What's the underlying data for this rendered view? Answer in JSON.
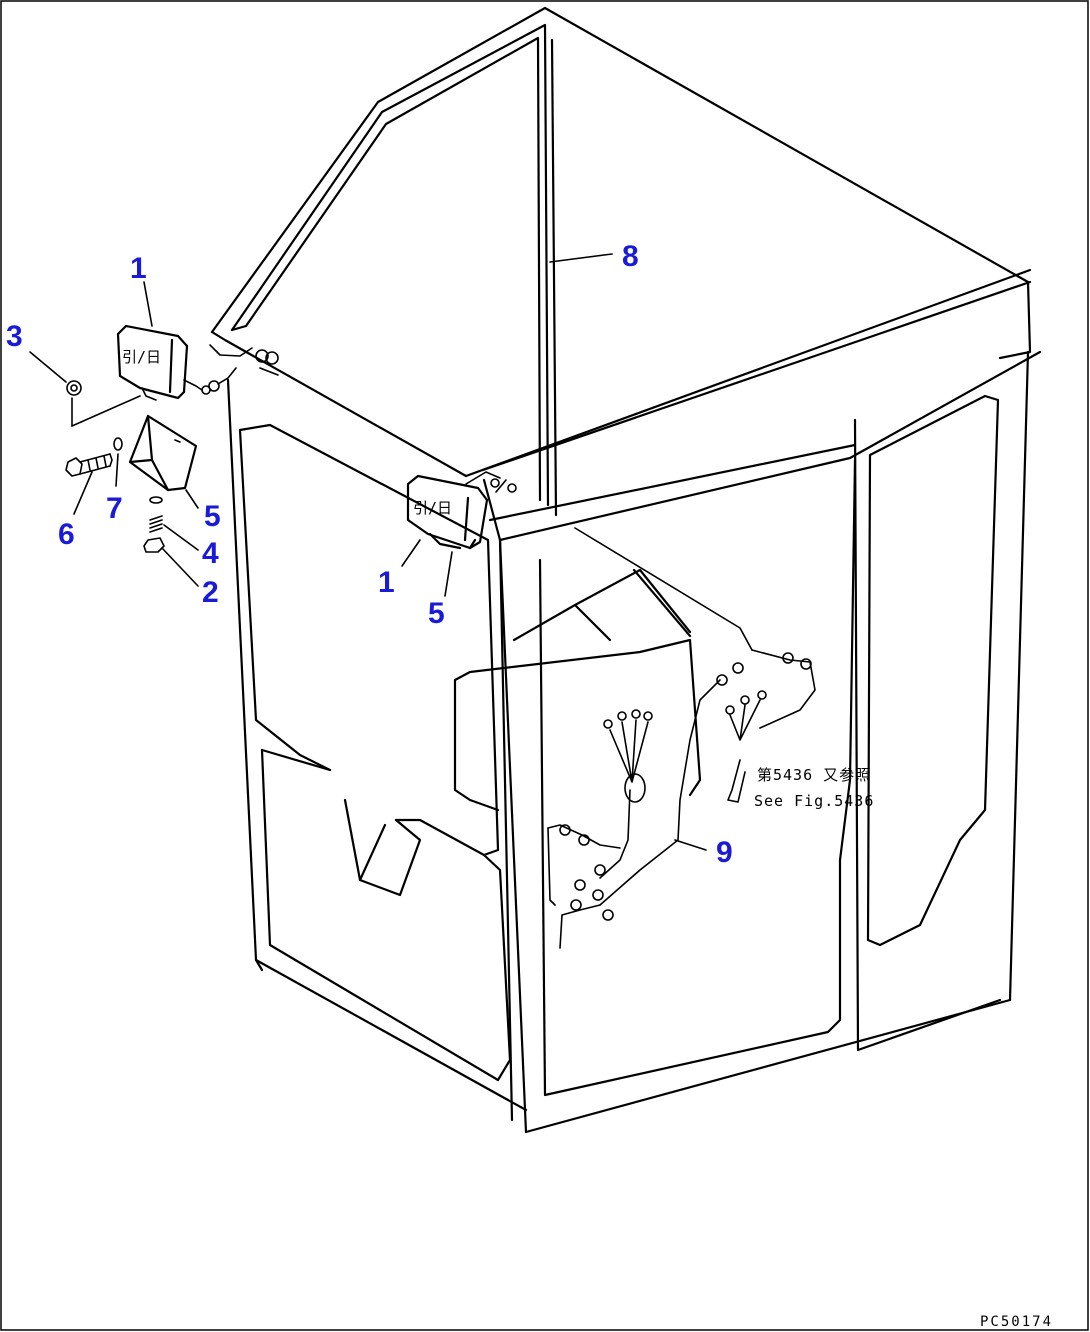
{
  "callouts": [
    {
      "id": "c1a",
      "label": "1"
    },
    {
      "id": "c1b",
      "label": "1"
    },
    {
      "id": "c2",
      "label": "2"
    },
    {
      "id": "c3",
      "label": "3"
    },
    {
      "id": "c4",
      "label": "4"
    },
    {
      "id": "c5a",
      "label": "5"
    },
    {
      "id": "c5b",
      "label": "5"
    },
    {
      "id": "c6",
      "label": "6"
    },
    {
      "id": "c7",
      "label": "7"
    },
    {
      "id": "c8",
      "label": "8"
    },
    {
      "id": "c9",
      "label": "9"
    }
  ],
  "reference_note": {
    "line1": "第5436 又参照",
    "line2": "See Fig.5436"
  },
  "lamp_marking": "引/日",
  "drawing_code": "PC50174",
  "colors": {
    "callout": "#1a1ad9",
    "line": "#000000"
  }
}
